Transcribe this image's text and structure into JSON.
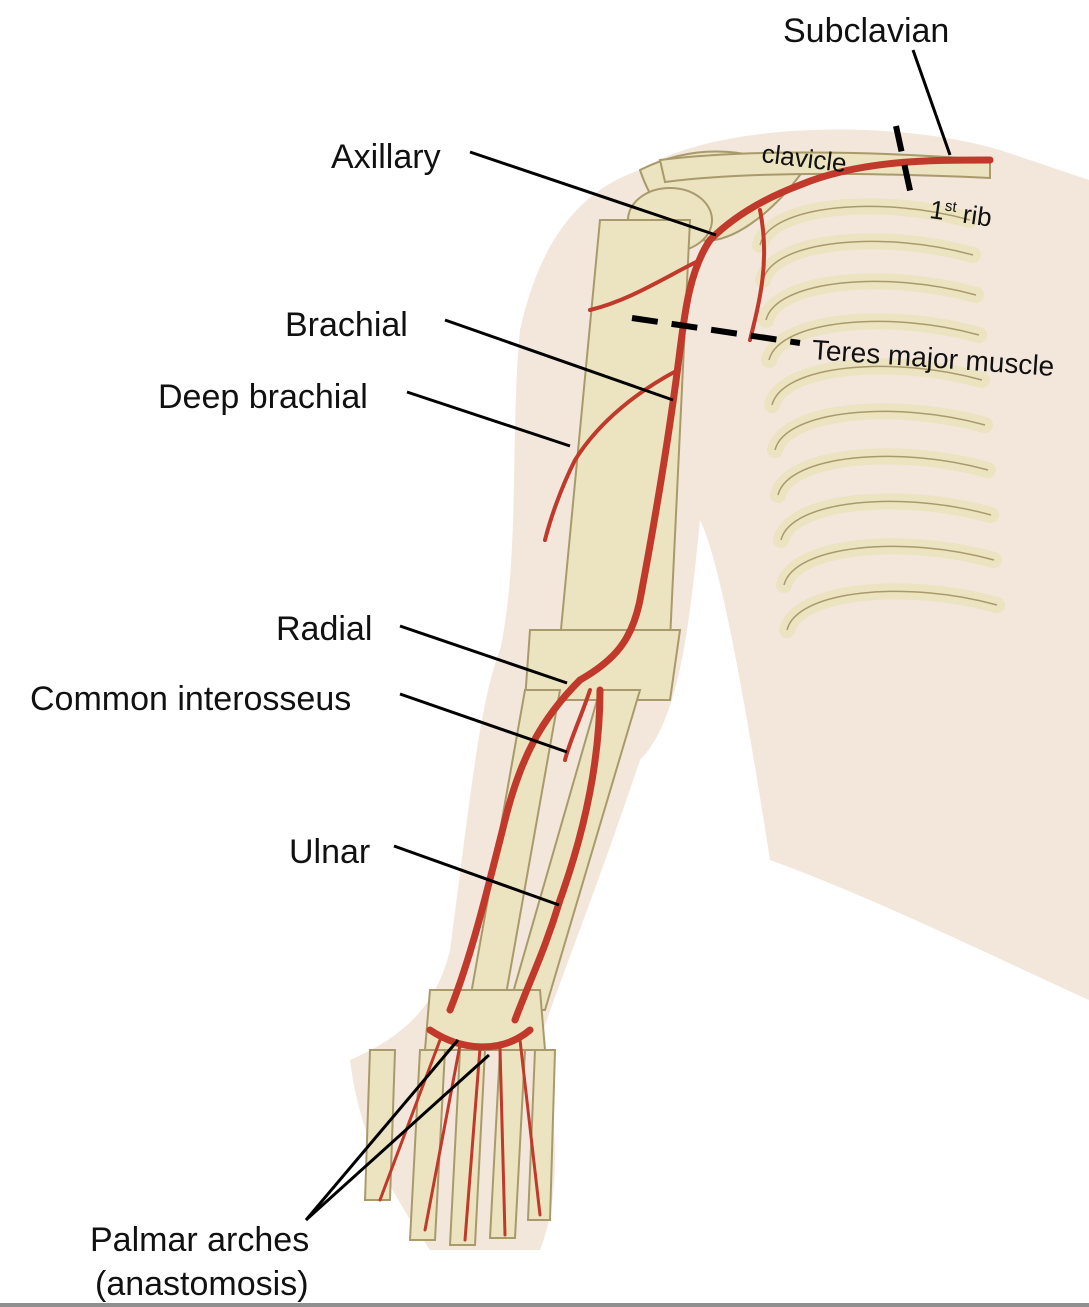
{
  "colors": {
    "artery": "#c0392b",
    "artery_highlight": "#e3735e",
    "bone": "#ece3c0",
    "bone_edge": "#a89a6a",
    "skin": "#f3e6db",
    "label_text": "#111111",
    "leader_line": "#000000"
  },
  "labels": {
    "subclavian": "Subclavian",
    "axillary": "Axillary",
    "clavicle": "clavicle",
    "first_rib_num": "1",
    "first_rib_sup": "st",
    "first_rib_word": "rib",
    "brachial": "Brachial",
    "teres_major": "Teres major muscle",
    "deep_brachial": "Deep brachial",
    "radial": "Radial",
    "common_interosseus": "Common interosseus",
    "ulnar": "Ulnar",
    "palmar_arches": "Palmar arches",
    "anastomosis": "(anastomosis)"
  }
}
